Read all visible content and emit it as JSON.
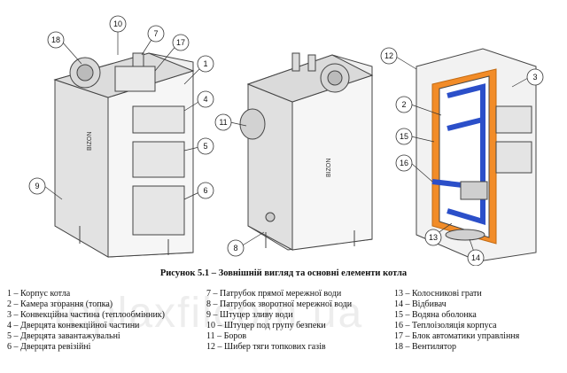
{
  "watermark": "teplaxfilcom.ua",
  "brand": "BIZON",
  "caption": {
    "label": "Рисунок 5.1",
    "text": " – Зовнішній вигляд та основні елементи котла"
  },
  "callouts": [
    "18",
    "10",
    "7",
    "17",
    "1",
    "4",
    "5",
    "9",
    "6",
    "11",
    "8",
    "12",
    "3",
    "2",
    "15",
    "16",
    "13",
    "14"
  ],
  "legend": {
    "col1": [
      "1 – Корпус котла",
      "2 – Камера згорання (топка)",
      "3 – Конвекційна частина (теплообмінник)",
      "4 – Дверцята конвекційної частини",
      "5 – Дверцята завантажувальні",
      "6 – Дверцята ревізійні"
    ],
    "col2": [
      "7 – Патрубок прямої мережної води",
      "8 – Патрубок зворотної мережної води",
      "9 – Штуцер зливу води",
      "10 – Штуцер под групу безпеки",
      "11 – Боров",
      "12 – Шибер тяги топкових газів"
    ],
    "col3": [
      "13 – Колосникові грати",
      "14 – Відбивач",
      "15 – Водяна оболонка",
      "16 – Теплоізоляція корпуса",
      "17 – Блок автоматики управління",
      "18 – Вентилятор"
    ]
  }
}
